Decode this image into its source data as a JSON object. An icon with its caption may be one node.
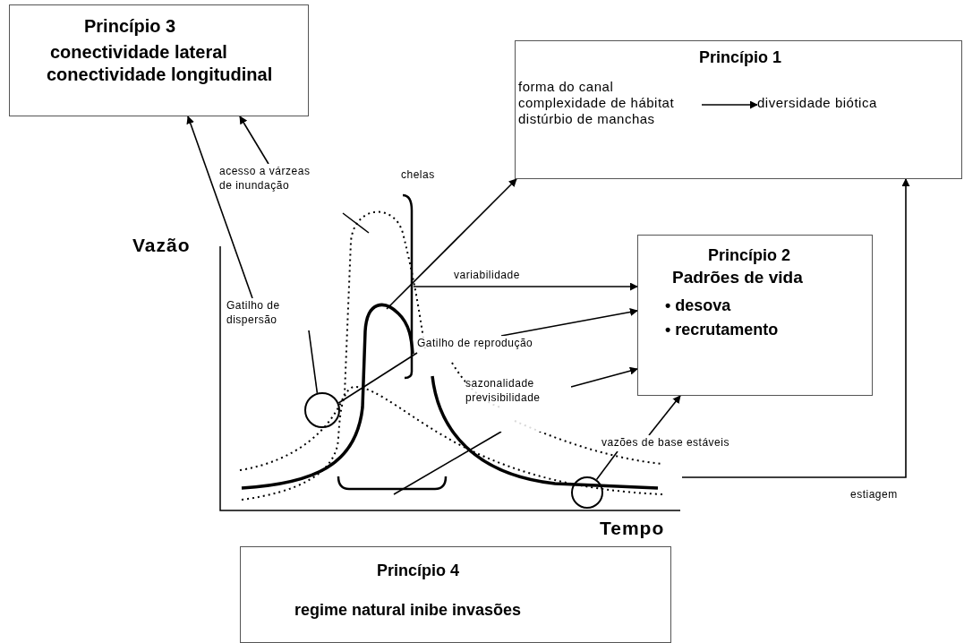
{
  "diagram": {
    "nodes": [
      {
        "text": [
          "Princípio 3",
          "conectividade lateral",
          "conectividade longitudinal"
        ]
      },
      {
        "text": [
          "Princípio 1"
        ]
      },
      {
        "text": [
          "forma do canal complexidade de hábitat distúrbio de manchas"
        ],
        "in": 1
      },
      {
        "text": [
          "diversidade biótica"
        ],
        "in": 1
      },
      {
        "text": [
          "acesso a várzeas de inundação"
        ]
      },
      {
        "text": [
          "Gatilho de dispersão"
        ]
      },
      {
        "text": [
          "Princípio 2",
          "Padrões de vida",
          "• desova",
          "• recrutamento"
        ]
      },
      {
        "text": [],
        "shape": "circle"
      },
      {
        "text": [
          "Gatilho de reprodução"
        ]
      },
      {
        "text": [
          "sazonalidade previsibilidade"
        ]
      },
      {
        "text": [],
        "shape": "bracket"
      },
      {
        "text": [
          "vazões de base estáveis"
        ]
      },
      {
        "text": [],
        "shape": "circle"
      },
      {
        "text": [
          "Princípio 4",
          "regime natural inibe invasões"
        ]
      }
    ],
    "edges": [
      {
        "from": 2,
        "to": 3,
        "arrow": "to"
      },
      {
        "from": 4,
        "to": 0,
        "arrow": "to"
      },
      {
        "from": 5,
        "to": 0,
        "arrow": "to"
      },
      {
        "from": 5,
        "to": 7,
        "arrow": "none"
      },
      {
        "from": 8,
        "to": 7,
        "arrow": "none"
      },
      {
        "from": null,
        "to": 1,
        "arrow": "to"
      },
      {
        "from": null,
        "to": 6,
        "arrow": "to",
        "label": "variabilidade"
      },
      {
        "from": 8,
        "to": 6,
        "arrow": "to"
      },
      {
        "from": 9,
        "to": 6,
        "arrow": "to"
      },
      {
        "from": 9,
        "to": 10,
        "arrow": "none"
      },
      {
        "from": 11,
        "to": 6,
        "arrow": "to"
      },
      {
        "from": 11,
        "to": 12,
        "arrow": "none"
      },
      {
        "from": null,
        "to": 1,
        "arrow": "to",
        "label": "estiagem"
      }
    ],
    "labels": [
      "chelas",
      "Vazão",
      "Tempo"
    ]
  }
}
